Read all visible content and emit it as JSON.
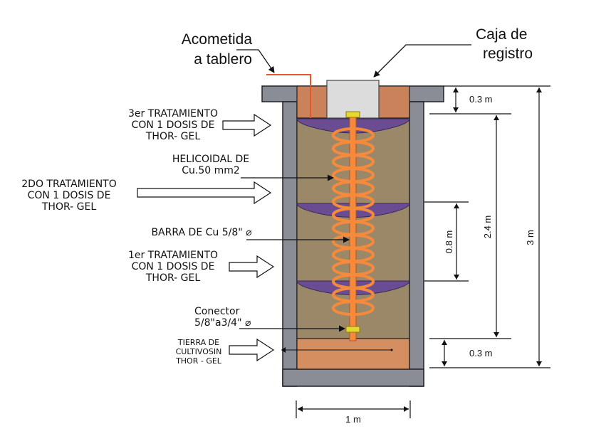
{
  "labels": {
    "acometida": [
      "Acometida",
      "a tablero"
    ],
    "caja": [
      "Caja de",
      "registro"
    ],
    "tratamiento3": [
      "3er TRATAMIENTO",
      "CON 1 DOSIS DE",
      "THOR- GEL"
    ],
    "helicoidal": [
      "HELICOIDAL DE",
      "Cu.50 mm2"
    ],
    "tratamiento2": [
      "2DO TRATAMIENTO",
      "CON 1 DOSIS DE",
      "THOR- GEL"
    ],
    "barra": "BARRA DE Cu 5/8\" ⌀",
    "tratamiento1": [
      "1er TRATAMIENTO",
      "CON 1 DOSIS DE",
      "THOR- GEL"
    ],
    "conector": [
      "Conector",
      "5/8\"a3/4\" ⌀"
    ],
    "tierra": [
      "TIERRA DE",
      "CULTIVOSIN",
      "THOR - GEL"
    ]
  },
  "dimensions": {
    "top_layer": "0.3 m",
    "middle": "2.4 m",
    "spacing": "0.8 m",
    "total": "3 m",
    "bottom_layer": "0.3 m",
    "width": "1 m"
  },
  "colors": {
    "concrete": "#8a8d96",
    "soil": "#9b8868",
    "fill_top": "#c9825a",
    "fill_bottom": "#d58e5f",
    "gel": "#6a4c93",
    "copper": "#f58a3c",
    "connector": "#e6d82e",
    "box": "#dcdcdc",
    "wire": "#e8552c"
  }
}
